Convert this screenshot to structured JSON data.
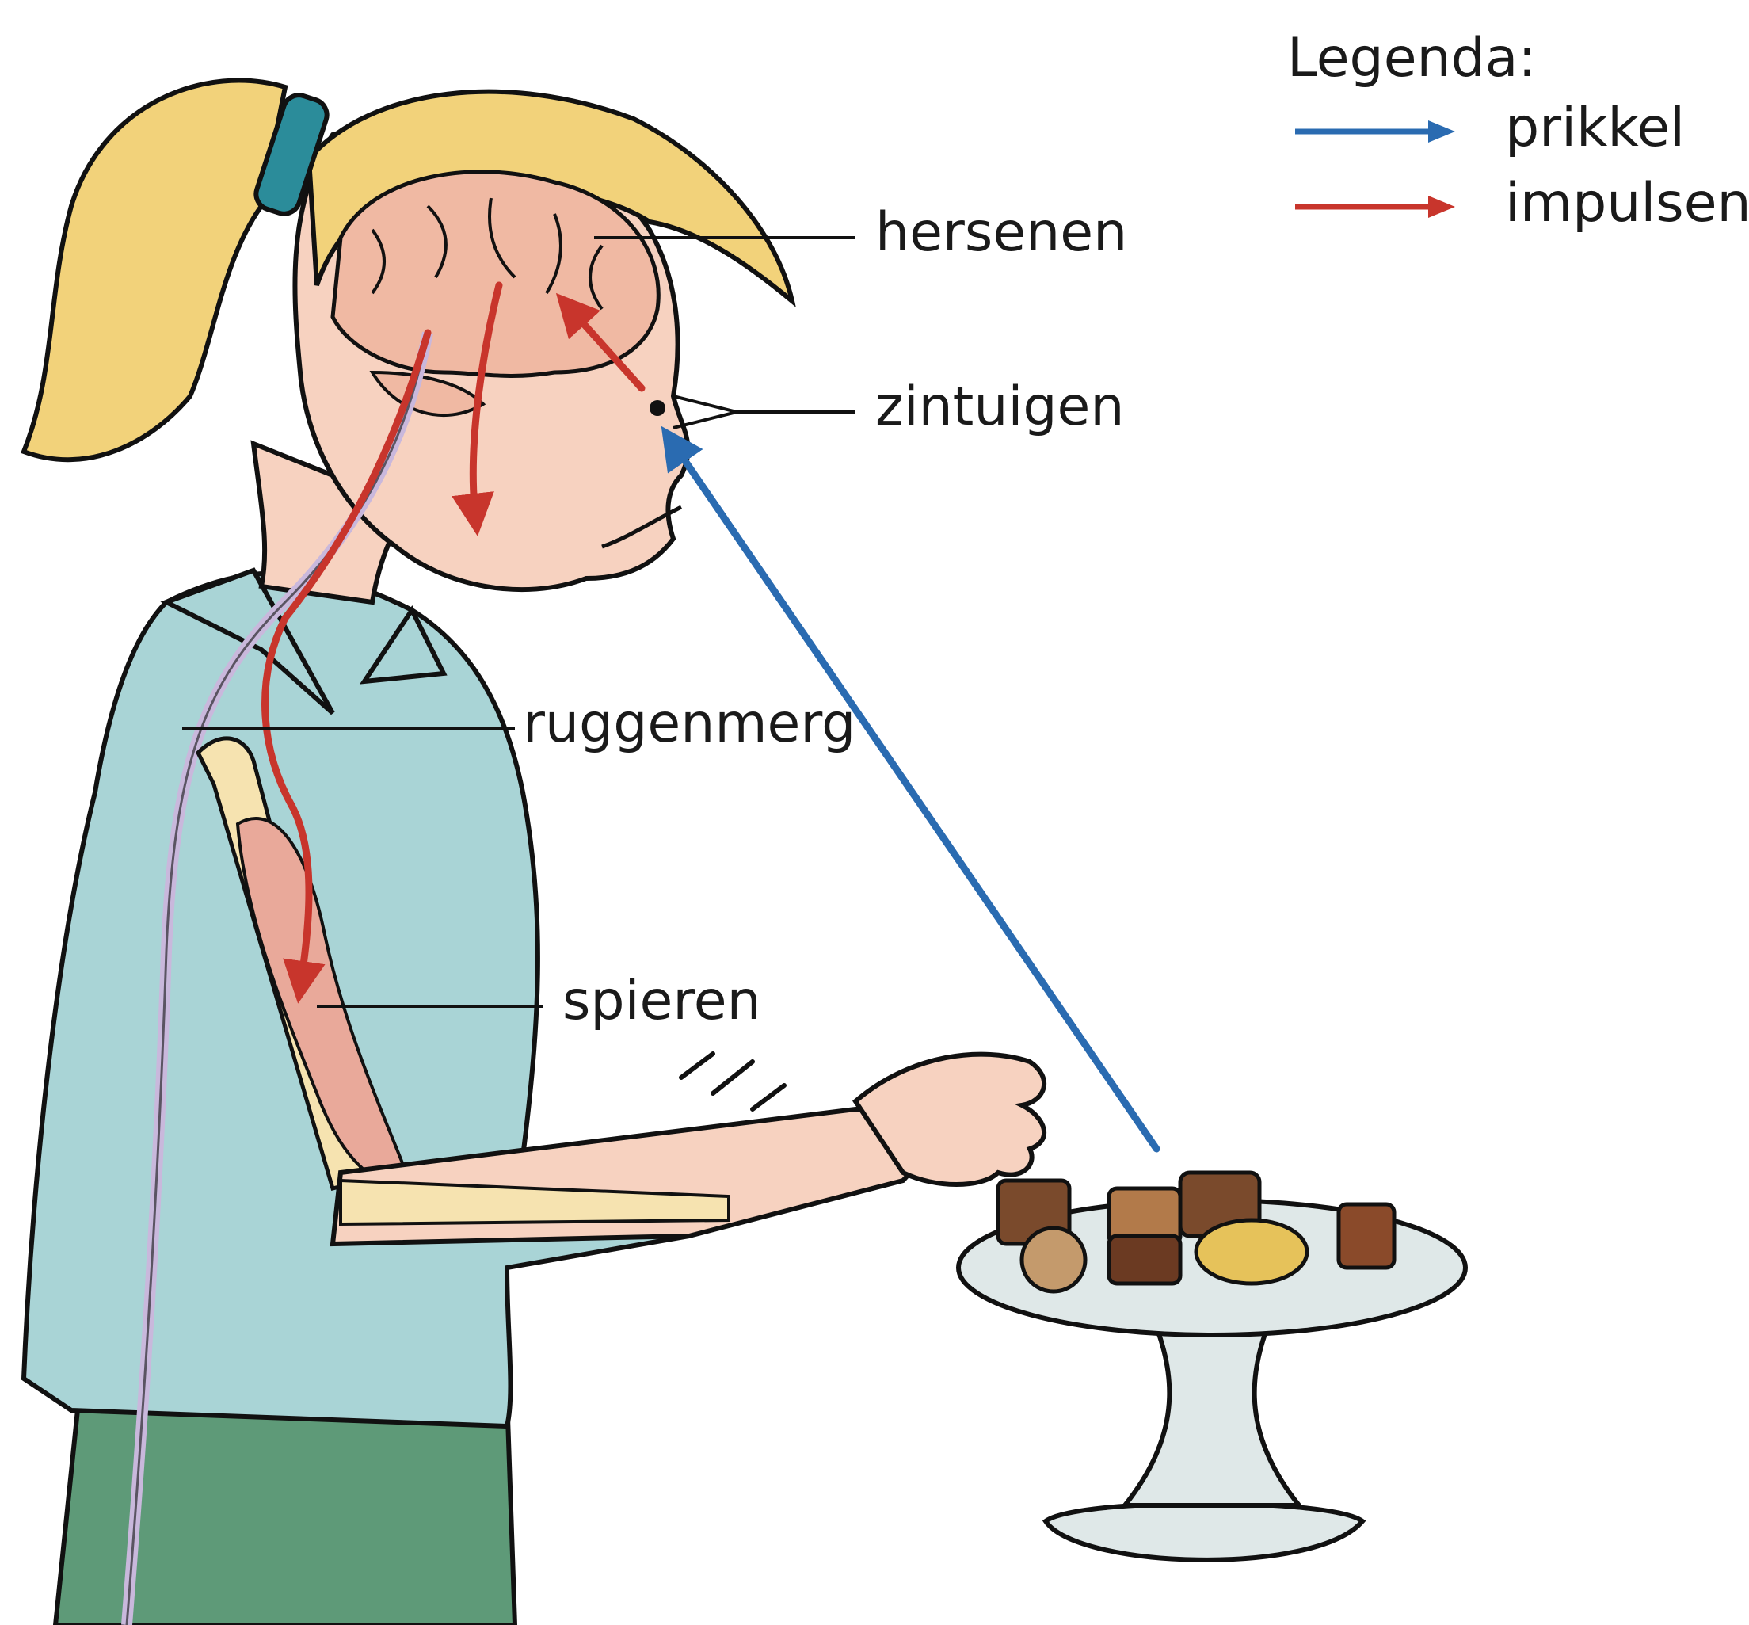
{
  "legend": {
    "title": "Legenda:",
    "items": [
      {
        "label": "prikkel",
        "color": "#2a6bb1"
      },
      {
        "label": "impulsen",
        "color": "#c8352c"
      }
    ]
  },
  "labels": {
    "brain": "hersenen",
    "senses": "zintuigen",
    "spinal_cord": "ruggenmerg",
    "muscles": "spieren"
  },
  "colors": {
    "stimulus": "#2a6bb1",
    "impulse": "#c8352c",
    "hair": "#f2d27a",
    "skin": "#f7d2c0",
    "brain": "#f0b9a3",
    "shirt": "#a9d4d6",
    "pants": "#5e9a78",
    "spinal_cord": "#c9b8dc",
    "bone": "#f6e3b0",
    "muscle": "#e9a99a",
    "plate": "#dfe8e8",
    "chocolate": "#7a4a2c"
  }
}
